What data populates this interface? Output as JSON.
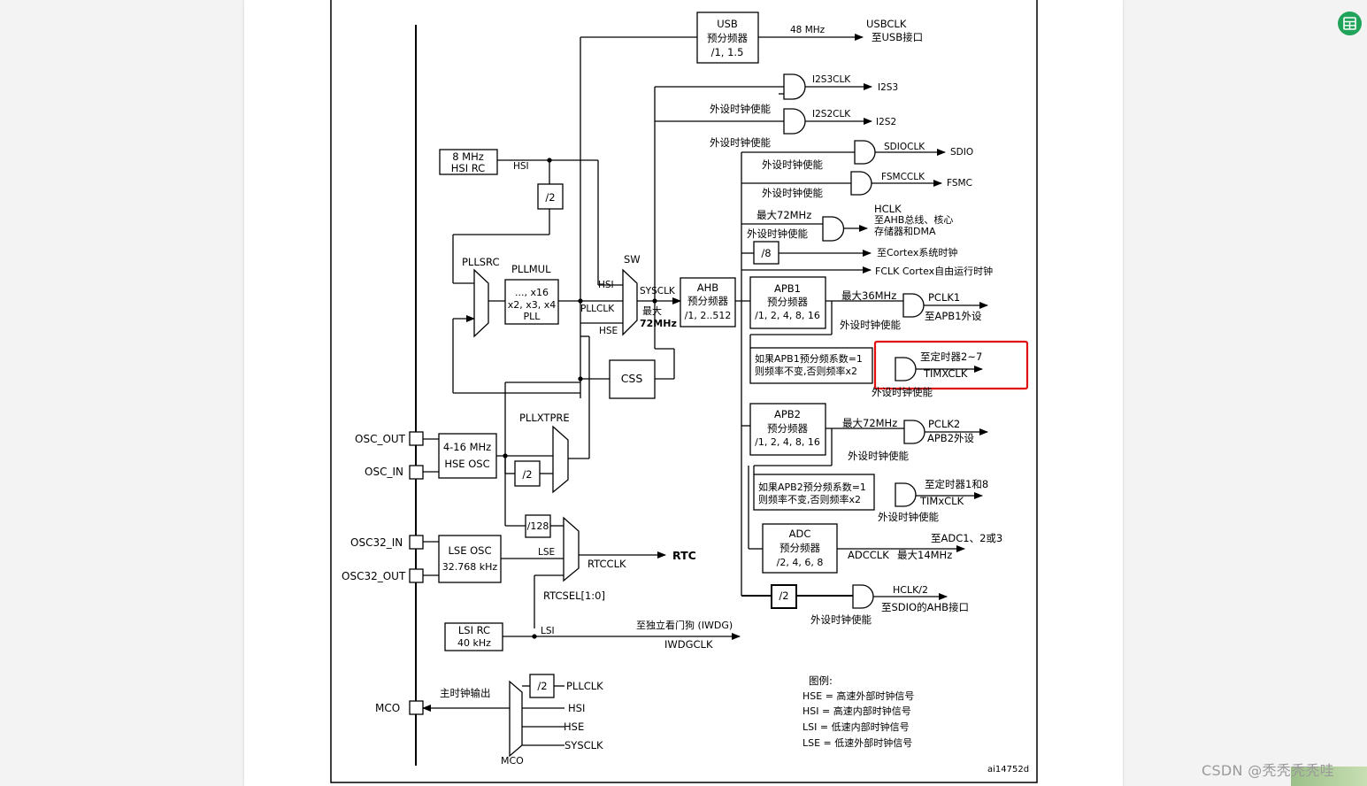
{
  "toolbar": {
    "icon": "table-icon",
    "accent": "#20a35a"
  },
  "watermark": {
    "text": "CSDN @秃秃秃秃哇"
  },
  "highlight_color": "#e01010",
  "diagram": {
    "usb": {
      "l1": "USB",
      "l2": "预分频器",
      "l3": "/1, 1.5",
      "freq": "48 MHz",
      "out1": "USBCLK",
      "out2": "至USB接口"
    },
    "i2s": {
      "clk3": "I2S3CLK",
      "out3": "I2S3",
      "en": "外设时钟使能",
      "clk2": "I2S2CLK",
      "out2": "I2S2"
    },
    "hsi_rc": {
      "l1": "8 MHz",
      "l2": "HSI RC",
      "out": "HSI",
      "div": "/2"
    },
    "sdio": {
      "clk": "SDIOCLK",
      "out": "SDIO"
    },
    "fsmc": {
      "clk": "FSMCCLK",
      "out": "FSMC"
    },
    "hclk": {
      "max": "最大72MHz",
      "name": "HCLK",
      "d1": "至AHB总线、核心",
      "d2": "存储器和DMA"
    },
    "cortex": {
      "div": "/8",
      "out": "至Cortex系统时钟",
      "fclk": "FCLK Cortex自由运行时钟"
    },
    "pll": {
      "src": "PLLSRC",
      "mul": "PLLMUL",
      "l1": "..., x16",
      "l2": "x2, x3, x4",
      "l3": "PLL"
    },
    "sw": {
      "name": "SW",
      "hsi": "HSI",
      "pllclk": "PLLCLK",
      "hse": "HSE",
      "sysclk": "SYSCLK",
      "max1": "最大",
      "max2": "72MHz"
    },
    "ahb": {
      "l1": "AHB",
      "l2": "预分频器",
      "l3": "/1, 2..512"
    },
    "apb1": {
      "l1": "APB1",
      "l2": "预分频器",
      "l3": "/1, 2, 4, 8, 16",
      "max": "最大36MHz",
      "pclk": "PCLK1",
      "to": "至APB1外设",
      "en": "外设时钟使能"
    },
    "tim1": {
      "l1": "如果APB1预分频系数=1",
      "l2": "则频率不变,否则频率x2",
      "to": "至定时器2~7",
      "clk": "TIMXCLK",
      "en": "外设时钟使能"
    },
    "apb2": {
      "l1": "APB2",
      "l2": "预分频器",
      "l3": "/1, 2, 4, 8, 16",
      "max": "最大72MHz",
      "pclk": "PCLK2",
      "to": "APB2外设",
      "en": "外设时钟使能"
    },
    "tim2": {
      "l1": "如果APB2预分频系数=1",
      "l2": "则频率不变,否则频率x2",
      "to": "至定时器1和8",
      "clk": "TIMxCLK",
      "en": "外设时钟使能"
    },
    "adc": {
      "l1": "ADC",
      "l2": "预分频器",
      "l3": "/2, 4, 6, 8",
      "to": "至ADC1、2或3",
      "clk": "ADCCLK",
      "max": "最大14MHz"
    },
    "sdioahb": {
      "div": "/2",
      "clk": "HCLK/2",
      "to": "至SDIO的AHB接口",
      "en": "外设时钟使能"
    },
    "css": "CSS",
    "pllxtpre": "PLLXTPRE",
    "hse_osc": {
      "l1": "4-16 MHz",
      "l2": "HSE OSC",
      "div": "/2",
      "pin_out": "OSC_OUT",
      "pin_in": "OSC_IN"
    },
    "lse": {
      "l1": "LSE OSC",
      "l2": "32.768 kHz",
      "pin_in": "OSC32_IN",
      "pin_out": "OSC32_OUT",
      "label": "LSE",
      "div": "/128"
    },
    "rtc": {
      "clk": "RTCCLK",
      "out": "RTC",
      "sel": "RTCSEL[1:0]"
    },
    "lsi": {
      "l1": "LSI RC",
      "l2": "40 kHz",
      "label": "LSI",
      "to": "至独立看门狗 (IWDG)",
      "clk": "IWDGCLK"
    },
    "mco": {
      "label": "主时钟输出",
      "pin": "MCO",
      "div": "/2",
      "i1": "PLLCLK",
      "i2": "HSI",
      "i3": "HSE",
      "i4": "SYSCLK",
      "mux": "MCO"
    },
    "legend": {
      "title": "图例:",
      "l1": "HSE = 高速外部时钟信号",
      "l2": "HSI = 高速内部时钟信号",
      "l3": "LSI = 低速内部时钟信号",
      "l4": "LSE = 低速外部时钟信号"
    },
    "fig_id": "ai14752d"
  }
}
